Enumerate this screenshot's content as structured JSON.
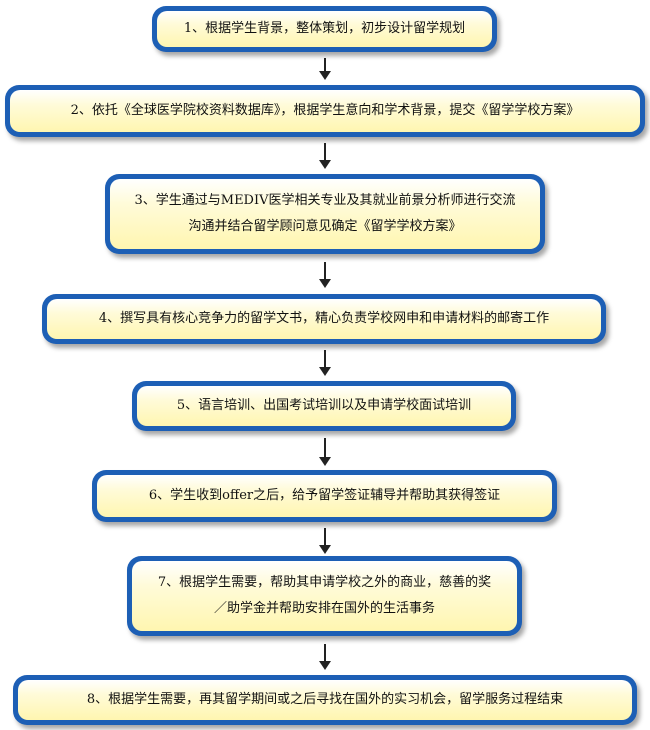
{
  "steps": [
    {
      "lines": [
        "1、根据学生背景，整体策划，初步设计留学规划"
      ]
    },
    {
      "lines": [
        "2、依托《全球医学院校资料数据库》，根据学生意向和学术背景，提交《留学学校方案》"
      ]
    },
    {
      "lines": [
        "3、学生通过与MEDIV医学相关专业及其就业前景分析师进行交流",
        "沟通并结合留学顾问意见确定《留学学校方案》"
      ]
    },
    {
      "lines": [
        "4、撰写具有核心竞争力的留学文书，精心负责学校网申和申请材料的邮寄工作"
      ]
    },
    {
      "lines": [
        "5、语言培训、出国考试培训以及申请学校面试培训"
      ]
    },
    {
      "lines": [
        "6、学生收到offer之后，给予留学签证辅导并帮助其获得签证"
      ]
    },
    {
      "lines": [
        "7、根据学生需要，帮助其申请学校之外的商业，慈善的奖",
        "／助学金并帮助安排在国外的生活事务"
      ]
    },
    {
      "lines": [
        "8、根据学生需要，再其留学期间或之后寻找在国外的实习机会，留学服务过程结束"
      ]
    }
  ]
}
